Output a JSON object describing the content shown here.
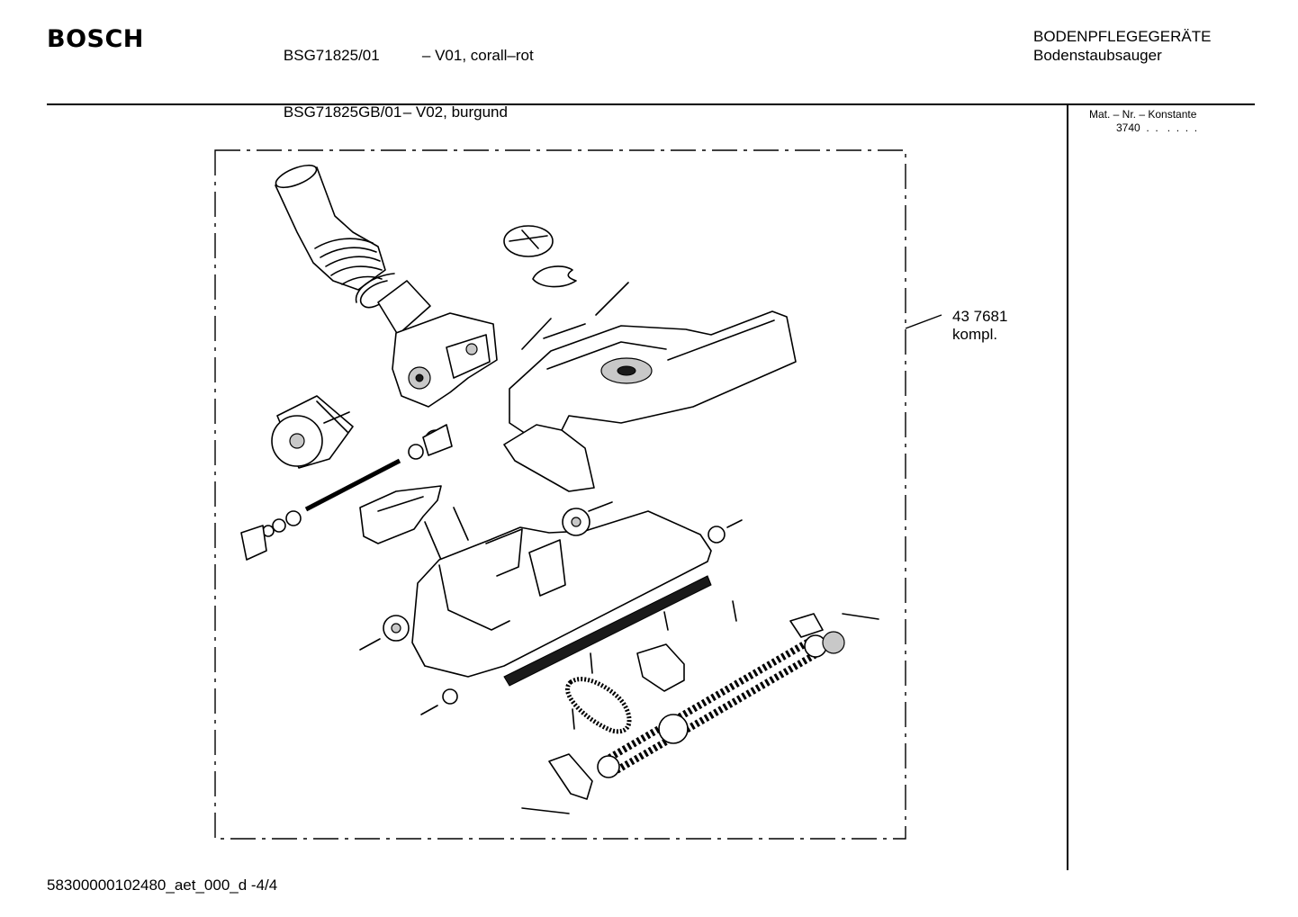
{
  "header": {
    "brand": "BOSCH",
    "models": [
      {
        "code": "BSG71825/01",
        "variant": "– V01, corall–rot"
      },
      {
        "code": "BSG71825GB/01",
        "variant": "– V02, burgund"
      }
    ],
    "category": "BODENPFLEGEGERÄTE",
    "subcategory": "Bodenstaubsauger"
  },
  "sidebar": {
    "material_label": "Mat. – Nr. – Konstante",
    "material_value": "3740  .  .   .  .  .  ."
  },
  "callout": {
    "part_number": "43 7681",
    "note": "kompl."
  },
  "footer": {
    "document_id": "58300000102480_aet_000_d -4/4"
  },
  "icons": [
    "exploded-view-floor-nozzle"
  ]
}
